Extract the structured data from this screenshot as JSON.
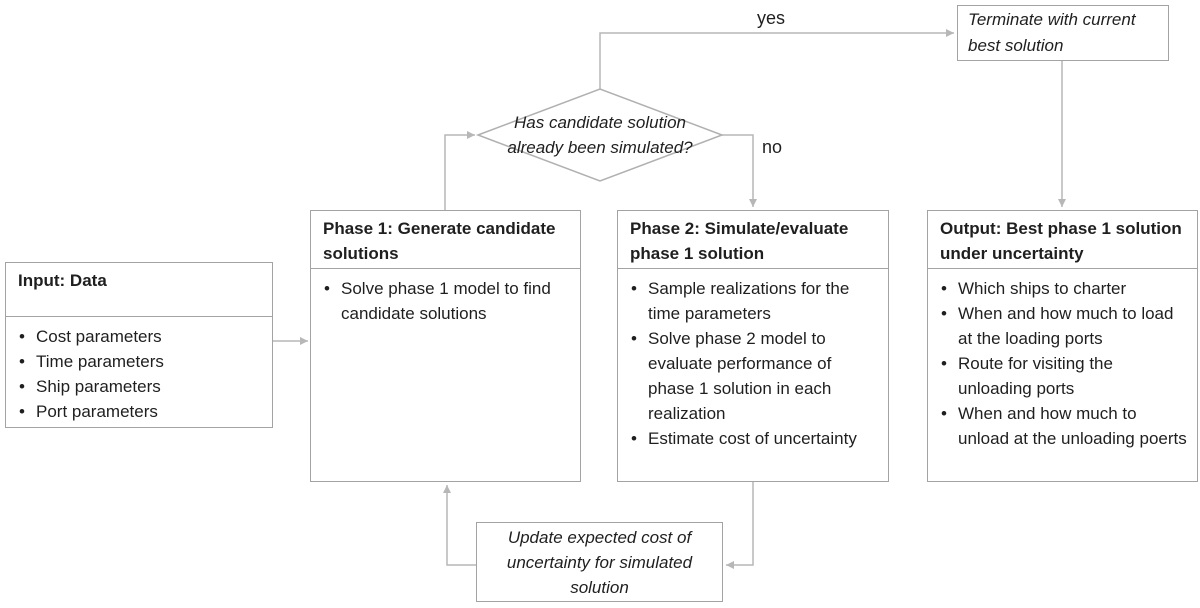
{
  "diagram": {
    "boxes": {
      "input": {
        "title": "Input: Data",
        "bullets": [
          "Cost parameters",
          "Time parameters",
          "Ship parameters",
          "Port parameters"
        ]
      },
      "phase1": {
        "title": "Phase 1: Generate candidate solutions",
        "bullets": [
          "Solve phase 1 model to find candidate solutions"
        ]
      },
      "phase2": {
        "title": "Phase 2: Simulate/evaluate phase 1 solution",
        "bullets": [
          "Sample realizations for the time parameters",
          "Solve phase 2 model to evaluate performance of phase 1 solution in each realization",
          "Estimate cost of uncertainty"
        ]
      },
      "output": {
        "title": "Output: Best phase 1 solution under uncertainty",
        "bullets": [
          "Which ships to charter",
          "When and how much to load at the loading ports",
          "Route for visiting the unloading ports",
          "When and how much to unload at the unloading poerts"
        ]
      },
      "terminate": {
        "label": "Terminate with current best solution"
      },
      "update": {
        "label": "Update expected cost of uncertainty for simulated solution"
      }
    },
    "decision": {
      "question": "Has candidate solution already been simulated?",
      "yes_label": "yes",
      "no_label": "no"
    },
    "colors": {
      "box_border": "#a3a3a3",
      "connector": "#b7b7b7",
      "text": "#1f1f1f",
      "background": "#ffffff"
    }
  }
}
